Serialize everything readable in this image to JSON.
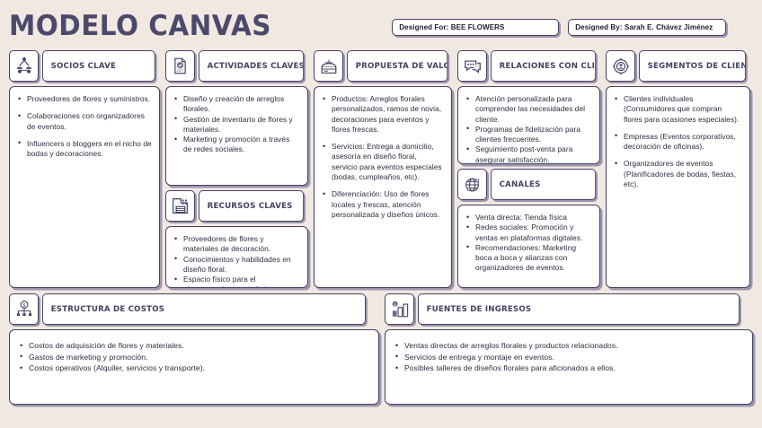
{
  "header": {
    "title": "MODELO CANVAS",
    "designed_for": "Designed For: BEE FLOWERS",
    "designed_by": "Designed By: Sarah E. Chávez Jiménez"
  },
  "colors": {
    "background": "#f1e8e2",
    "ink": "#454263",
    "card": "#ffffff",
    "shadow": "#9d96ad",
    "body_text": "#2d2c3f"
  },
  "blocks": {
    "socios_clave": {
      "label": "SOCIOS CLAVE",
      "icon": "partners-icon",
      "items": [
        "Proveedores de flores y suministros.",
        "Colaboraciones con organizadores de eventos.",
        "Influencers o bloggers en el nicho de bodas y decoraciones."
      ]
    },
    "actividades_claves": {
      "label": "ACTIVIDADES CLAVES",
      "icon": "checked-document-icon",
      "items": [
        "Diseño y creación de arreglos florales.",
        "Gestión de inventario de flores y materiales.",
        "Marketing y promoción a través de redes sociales."
      ]
    },
    "recursos_claves": {
      "label": "RECURSOS CLAVES",
      "icon": "factory-icon",
      "items": [
        "Proveedores de flores y materiales de decoración.",
        "Conocimientos y habilidades en diseño floral.",
        "Espacio físico para el almacenamiento y trabajo."
      ]
    },
    "propuesta_de_valor": {
      "label": "PROPUESTA DE VALOR",
      "icon": "gift-star-box-icon",
      "items": [
        "Productos: Arreglos florales personalizados, ramos de novia, decoraciones para eventos y flores frescas.",
        "Servicios: Entrega a domicilio, asesoría en diseño floral, servicio para eventos especiales (bodas, cumpleaños, etc).",
        "Diferenciación: Uso de flores locales y frescas, atención personalizada y diseños únicos."
      ]
    },
    "relaciones_con_clientes": {
      "label": "RELACIONES CON CLIENTES",
      "icon": "chat-bubble-icon",
      "items": [
        "Atención personalizada para comprender las necesidades del cliente.",
        "Programas de fidelización para clientes frecuentes.",
        "Seguimiento post-venta para asegurar satisfacción."
      ]
    },
    "canales": {
      "label": "CANALES",
      "icon": "globe-network-icon",
      "items": [
        "Venta directa: Tienda física",
        "Redes sociales: Promoción y ventas en plataformas digitales.",
        "Recomendaciones: Marketing boca a boca y alianzas con organizadores de eventos."
      ]
    },
    "segmentos_de_clientes": {
      "label": "SEGMENTOS DE CLIENTES",
      "icon": "target-person-icon",
      "items": [
        "Clientes individuales (Consumidores que compran flores para ocasiones especiales).",
        "Empresas (Eventos corporativos, decoración de oficinas).",
        "Organizadores de eventos (Planificadores de bodas, fiestas, etc)."
      ]
    },
    "estructura_de_costos": {
      "label": "ESTRUCTURA DE COSTOS",
      "icon": "cost-hierarchy-icon",
      "items": [
        "Costos de adquisición de flores y materiales.",
        "Gastos de marketing y promoción.",
        "Costos operativos (Alquiler, servicios y transporte)."
      ]
    },
    "fuentes_de_ingresos": {
      "label": "FUENTES DE INGRESOS",
      "icon": "revenue-bars-icon",
      "items": [
        "Ventas directas de arreglos florales y productos relacionados.",
        "Servicios de entrega y montaje en eventos.",
        "Posibles talleres de diseños florales para aficionados a ellos."
      ]
    }
  }
}
